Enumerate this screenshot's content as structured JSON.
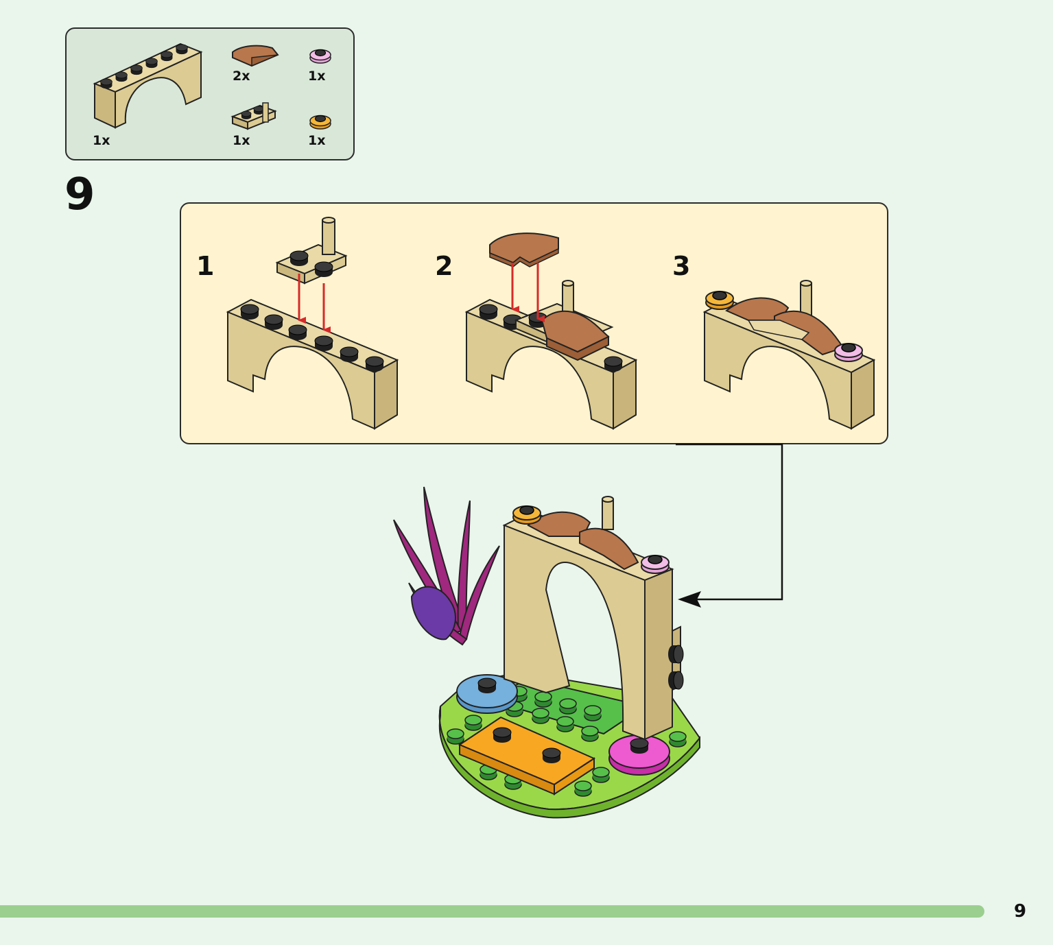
{
  "parts_callout": {
    "items": [
      {
        "icon": "arch-brick-icon",
        "qty": "1x"
      },
      {
        "icon": "curved-slope-icon",
        "qty": "2x"
      },
      {
        "icon": "pink-flower-icon",
        "qty": "1x"
      },
      {
        "icon": "plate-with-bar-icon",
        "qty": "1x"
      },
      {
        "icon": "orange-flower-icon",
        "qty": "1x"
      }
    ]
  },
  "step": {
    "number": "9",
    "substeps": [
      {
        "label": "1"
      },
      {
        "label": "2"
      },
      {
        "label": "3"
      }
    ]
  },
  "colors": {
    "page_background": "#eaf5ec",
    "parts_background": "#d9e7d9",
    "substeps_background": "#fff4cf",
    "tan": "#dccb92",
    "reddish_brown": "#b8774c",
    "arrow_red": "#d62a2a",
    "progress_bar": "#9bcf8f"
  },
  "footer": {
    "page_number": "9",
    "progress": 0.935
  }
}
